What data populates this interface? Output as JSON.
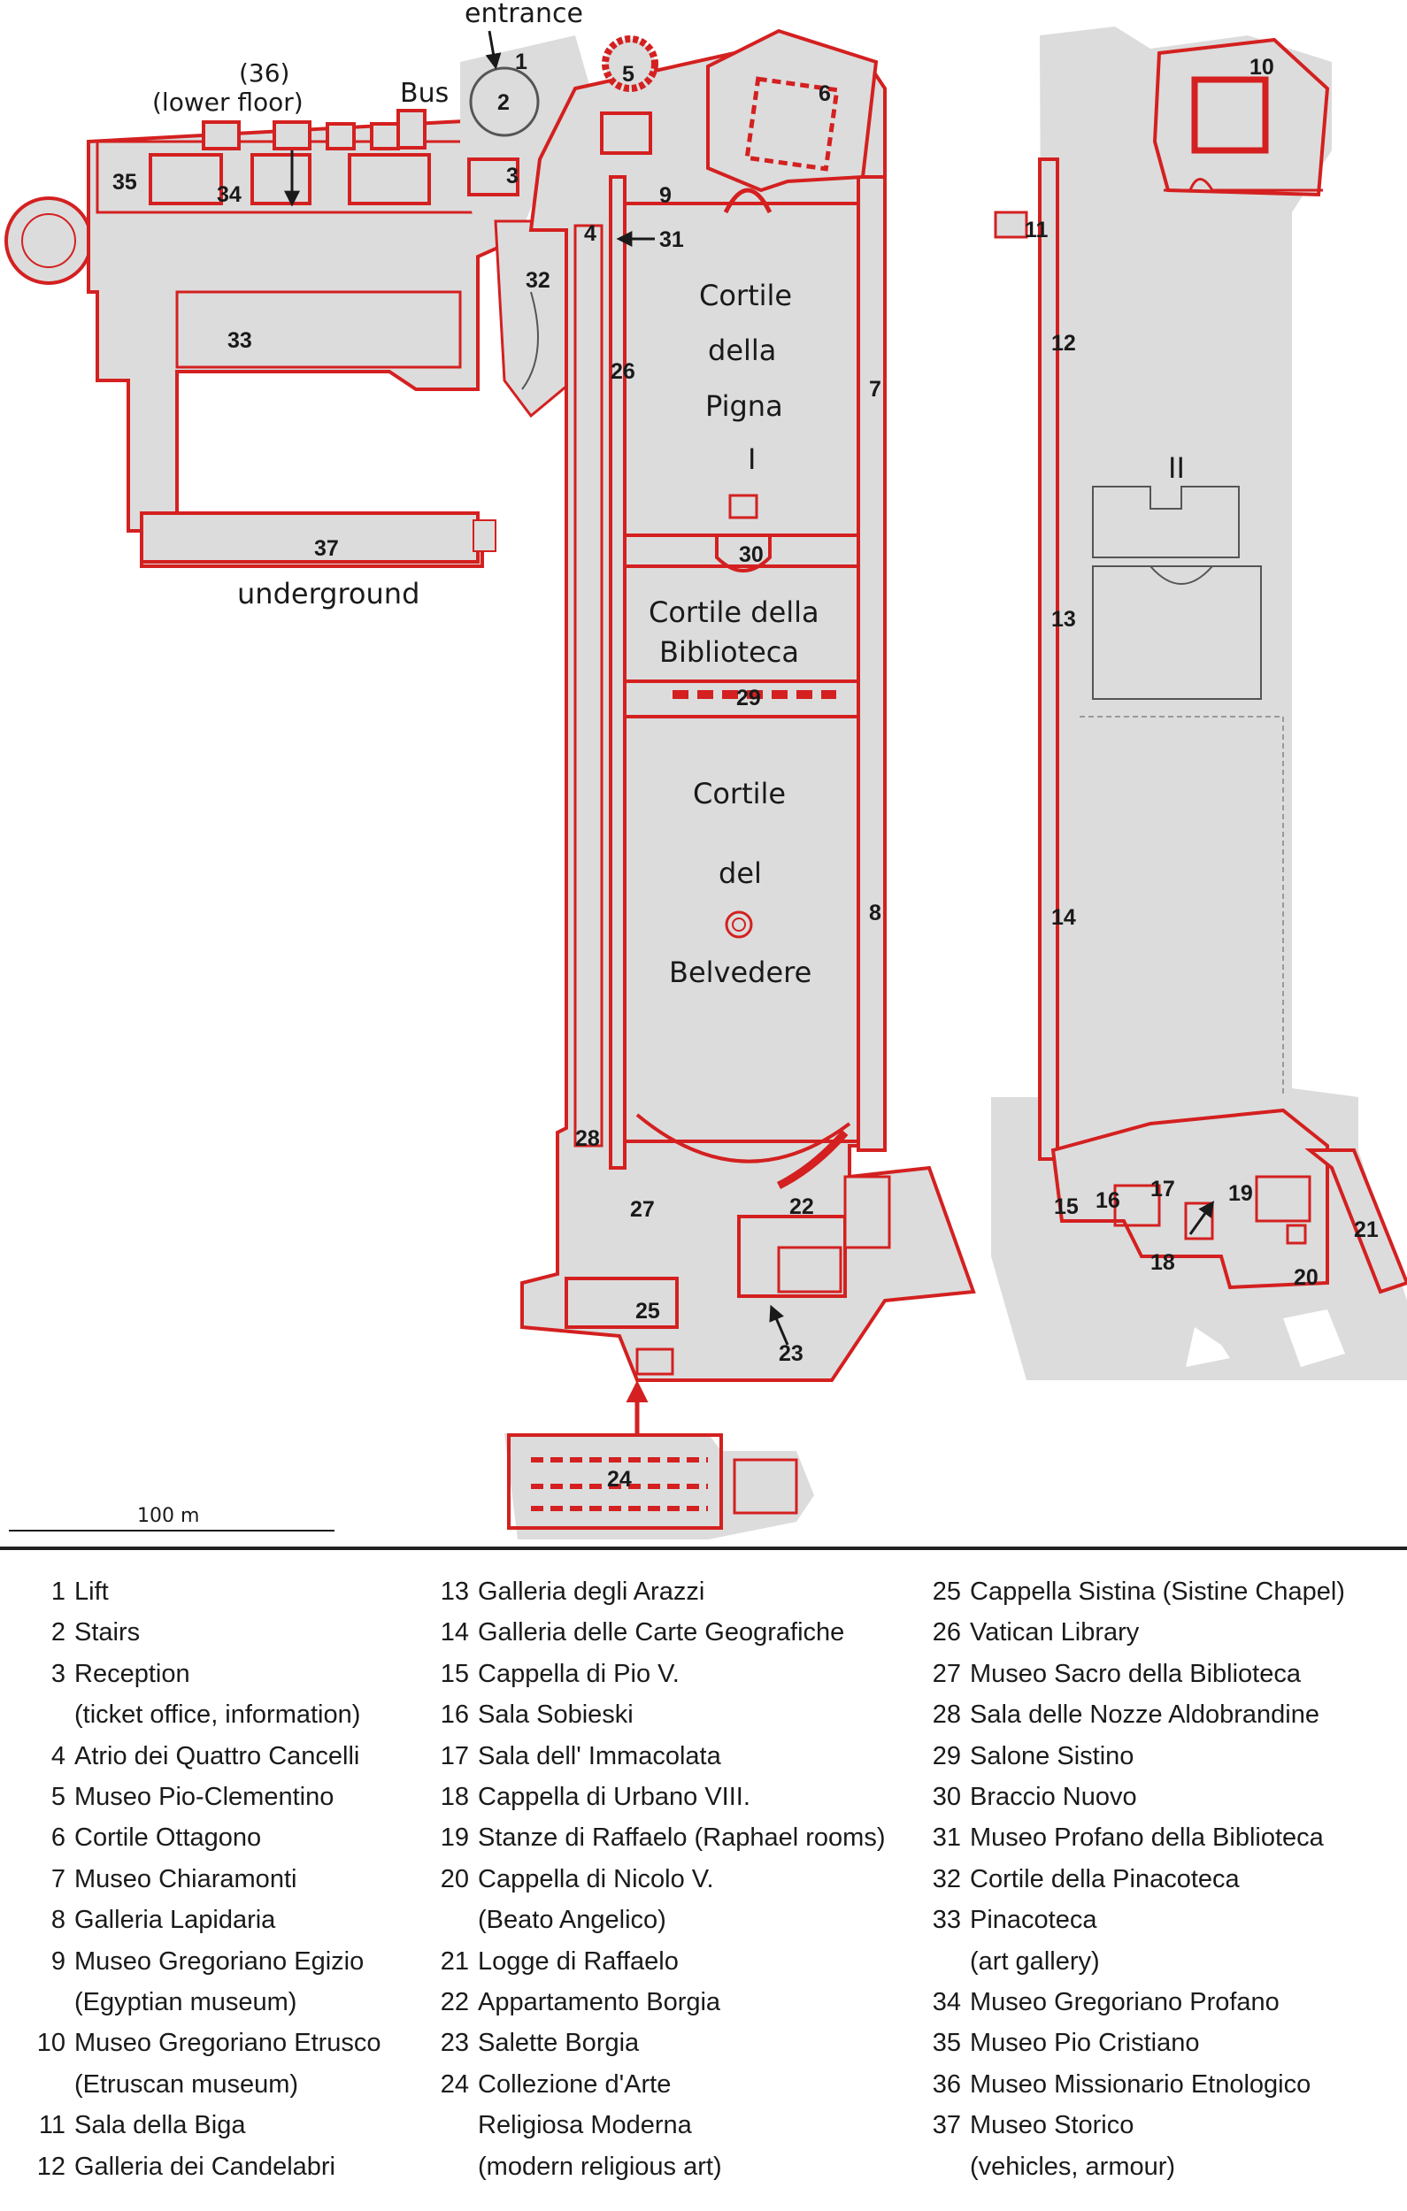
{
  "map": {
    "labels": {
      "entrance": "entrance",
      "bus": "Bus",
      "lower_floor_num": "(36)",
      "lower_floor": "(lower floor)",
      "underground": "underground",
      "scale": "100 m"
    },
    "courtyards": {
      "pigna": [
        "Cortile",
        "della",
        "Pigna",
        "I"
      ],
      "biblioteca": [
        "Cortile della",
        "Biblioteca"
      ],
      "belvedere": [
        "Cortile",
        "del",
        "Belvedere"
      ],
      "second": "II"
    },
    "room_numbers": [
      "1",
      "2",
      "3",
      "4",
      "5",
      "6",
      "7",
      "8",
      "9",
      "10",
      "11",
      "12",
      "13",
      "14",
      "15",
      "16",
      "17",
      "18",
      "19",
      "20",
      "21",
      "22",
      "23",
      "24",
      "25",
      "26",
      "27",
      "28",
      "29",
      "30",
      "31",
      "32",
      "33",
      "34",
      "35",
      "37"
    ]
  },
  "legend": {
    "columns": [
      [
        {
          "num": "1",
          "text": "Lift"
        },
        {
          "num": "2",
          "text": "Stairs"
        },
        {
          "num": "3",
          "text": "Reception",
          "sub": "(ticket office, information)"
        },
        {
          "num": "4",
          "text": "Atrio dei Quattro Cancelli"
        },
        {
          "num": "5",
          "text": "Museo Pio-Clementino"
        },
        {
          "num": "6",
          "text": "Cortile Ottagono"
        },
        {
          "num": "7",
          "text": "Museo Chiaramonti"
        },
        {
          "num": "8",
          "text": "Galleria Lapidaria"
        },
        {
          "num": "9",
          "text": "Museo Gregoriano Egizio",
          "sub": "(Egyptian museum)"
        },
        {
          "num": "10",
          "text": "Museo Gregoriano Etrusco",
          "sub": "(Etruscan museum)"
        },
        {
          "num": "11",
          "text": "Sala della Biga"
        },
        {
          "num": "12",
          "text": "Galleria dei Candelabri"
        }
      ],
      [
        {
          "num": "13",
          "text": "Galleria degli Arazzi"
        },
        {
          "num": "14",
          "text": "Galleria delle Carte Geografiche"
        },
        {
          "num": "15",
          "text": "Cappella di Pio V."
        },
        {
          "num": "16",
          "text": "Sala Sobieski"
        },
        {
          "num": "17",
          "text": "Sala dell' Immacolata"
        },
        {
          "num": "18",
          "text": "Cappella di Urbano VIII."
        },
        {
          "num": "19",
          "text": "Stanze di Raffaelo (Raphael rooms)"
        },
        {
          "num": "20",
          "text": "Cappella di Nicolo V.",
          "sub": "(Beato Angelico)"
        },
        {
          "num": "21",
          "text": "Logge di Raffaelo"
        },
        {
          "num": "22",
          "text": "Appartamento Borgia"
        },
        {
          "num": "23",
          "text": "Salette Borgia"
        },
        {
          "num": "24",
          "text": "Collezione d'Arte",
          "sub": "Religiosa Moderna",
          "sub2": "(modern religious art)"
        }
      ],
      [
        {
          "num": "25",
          "text": "Cappella Sistina (Sistine Chapel)"
        },
        {
          "num": "26",
          "text": "Vatican Library"
        },
        {
          "num": "27",
          "text": "Museo Sacro della Biblioteca"
        },
        {
          "num": "28",
          "text": "Sala delle Nozze Aldobrandine"
        },
        {
          "num": "29",
          "text": "Salone Sistino"
        },
        {
          "num": "30",
          "text": "Braccio Nuovo"
        },
        {
          "num": "31",
          "text": "Museo Profano della Biblioteca"
        },
        {
          "num": "32",
          "text": "Cortile della Pinacoteca"
        },
        {
          "num": "33",
          "text": "Pinacoteca",
          "sub": "(art gallery)"
        },
        {
          "num": "34",
          "text": "Museo Gregoriano Profano"
        },
        {
          "num": "35",
          "text": "Museo Pio Cristiano"
        },
        {
          "num": "36",
          "text": "Museo Missionario Etnologico"
        },
        {
          "num": "37",
          "text": "Museo Storico",
          "sub": "(vehicles, armour)"
        }
      ]
    ]
  },
  "colors": {
    "plan_red": "#d42020",
    "plan_fill": "#dcdcdc",
    "text": "#1a1a1a",
    "divider": "#222222"
  }
}
